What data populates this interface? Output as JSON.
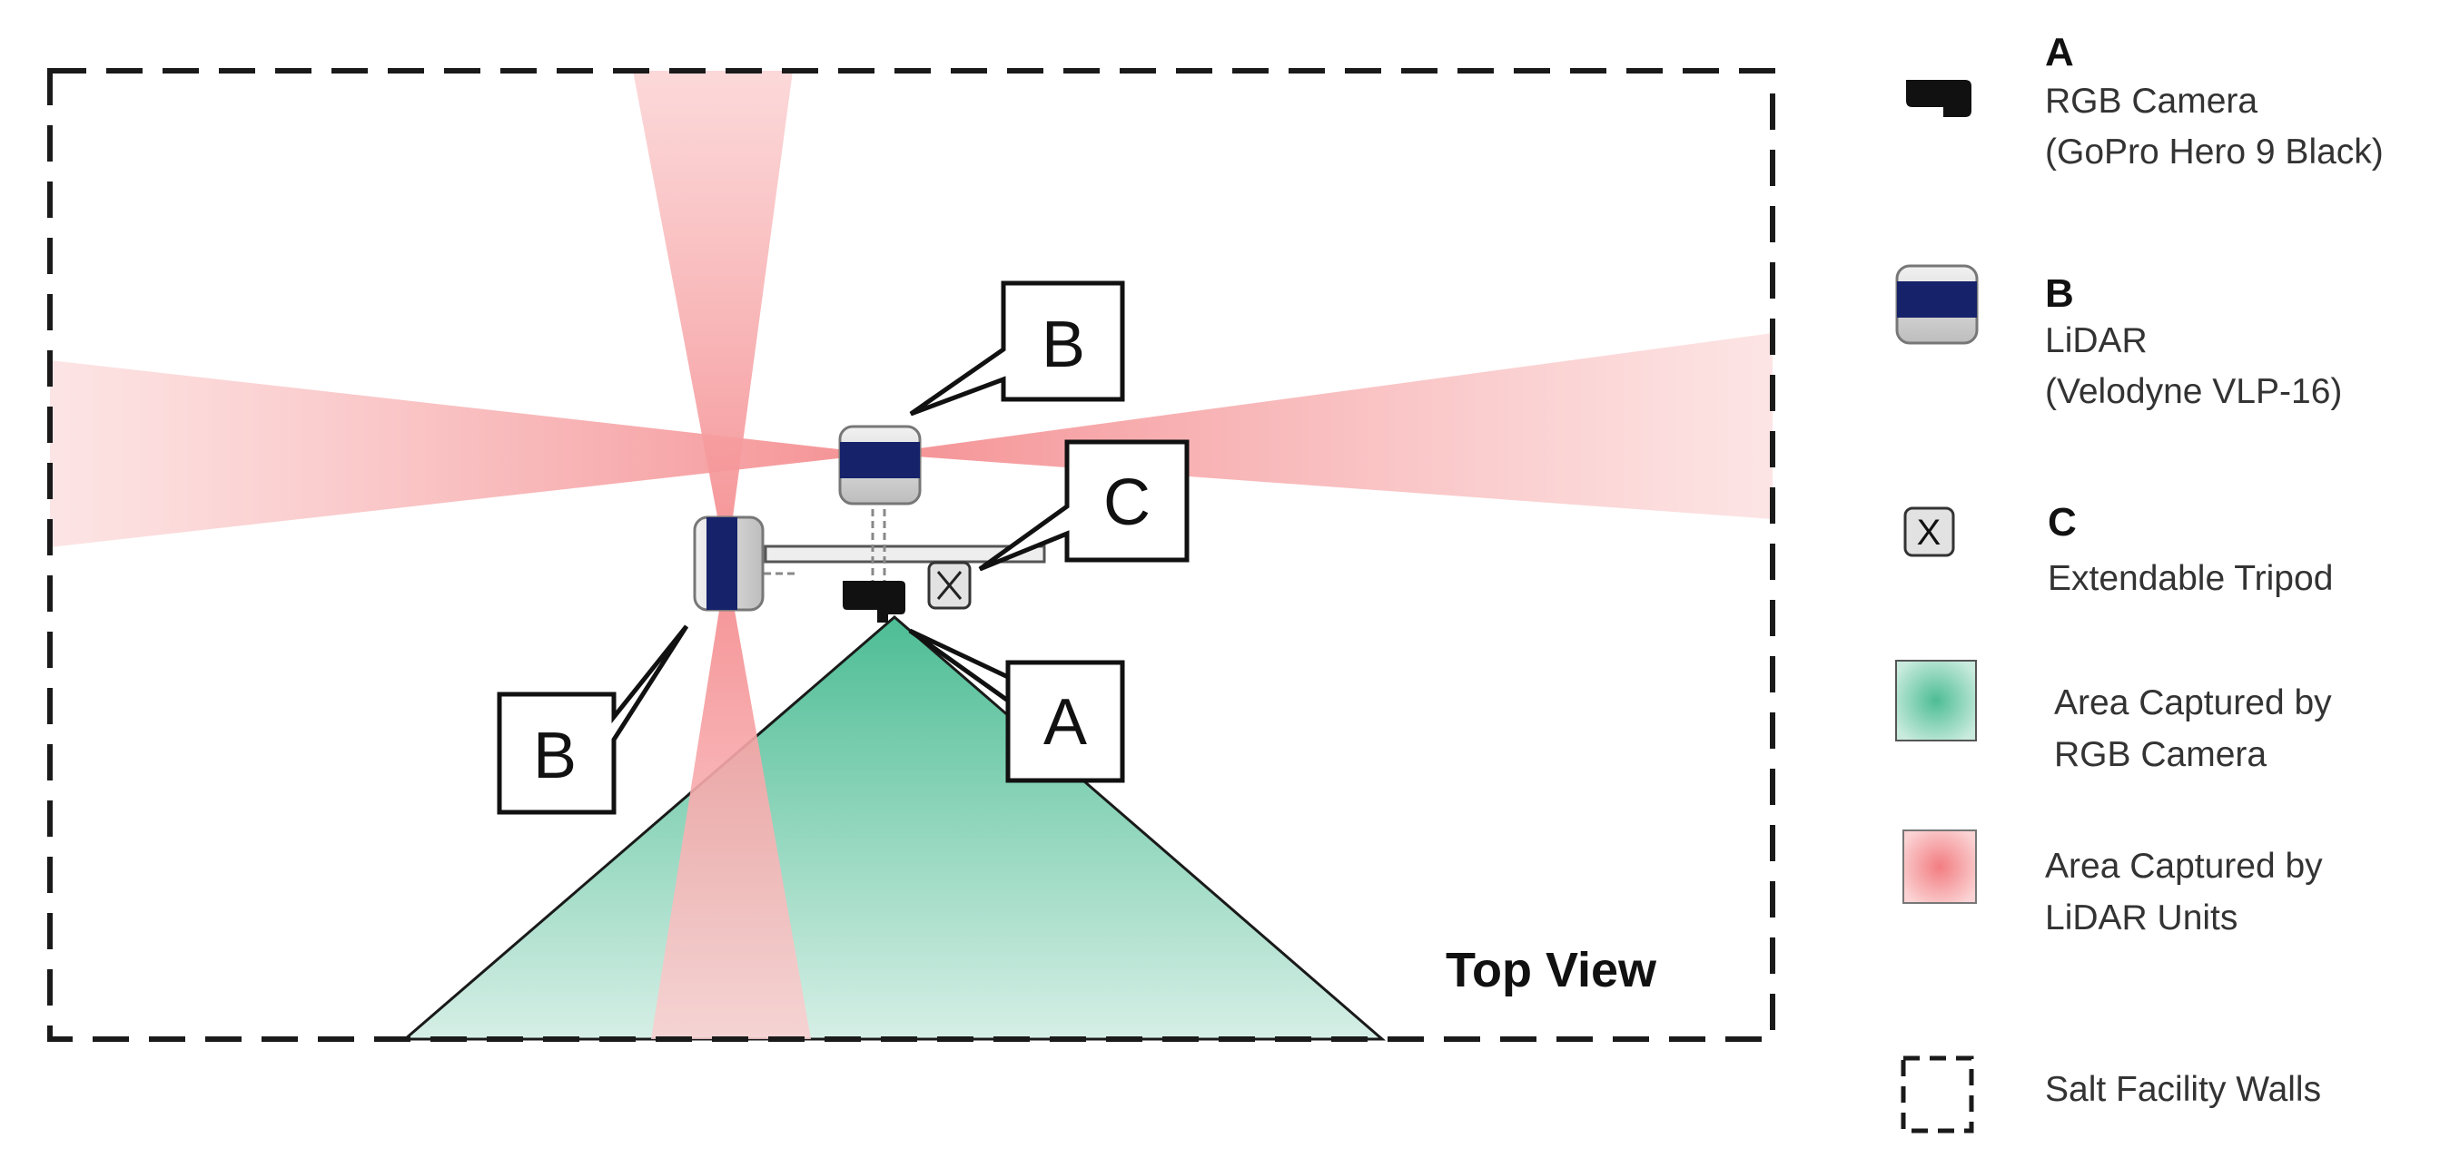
{
  "diagram": {
    "view_label": "Top View",
    "callouts": {
      "lidar_top": "B",
      "lidar_left": "B",
      "tripod": "C",
      "camera": "A"
    }
  },
  "legend": {
    "camera": {
      "key": "A",
      "line1": "RGB Camera",
      "line2": "(GoPro Hero 9 Black)",
      "icon": "camera-icon"
    },
    "lidar": {
      "key": "B",
      "line1": "LiDAR",
      "line2": "(Velodyne VLP-16)",
      "icon": "lidar-icon"
    },
    "tripod": {
      "key": "C",
      "line1": "Extendable Tripod",
      "icon": "tripod-x-icon",
      "glyph": "X"
    },
    "camera_area": {
      "line1": "Area Captured by",
      "line2": "RGB Camera",
      "icon": "green-swatch-icon"
    },
    "lidar_area": {
      "line1": "Area Captured by",
      "line2": "LiDAR Units",
      "icon": "red-swatch-icon"
    },
    "walls": {
      "line1": "Salt Facility Walls",
      "icon": "dashed-square-icon"
    }
  },
  "colors": {
    "lidar_beam": "#f59a9c",
    "camera_area": "#6fcaa8",
    "lidar_band": "#16226a",
    "device_body": "#d4d4d4",
    "wall_line": "#1a1a1a"
  }
}
